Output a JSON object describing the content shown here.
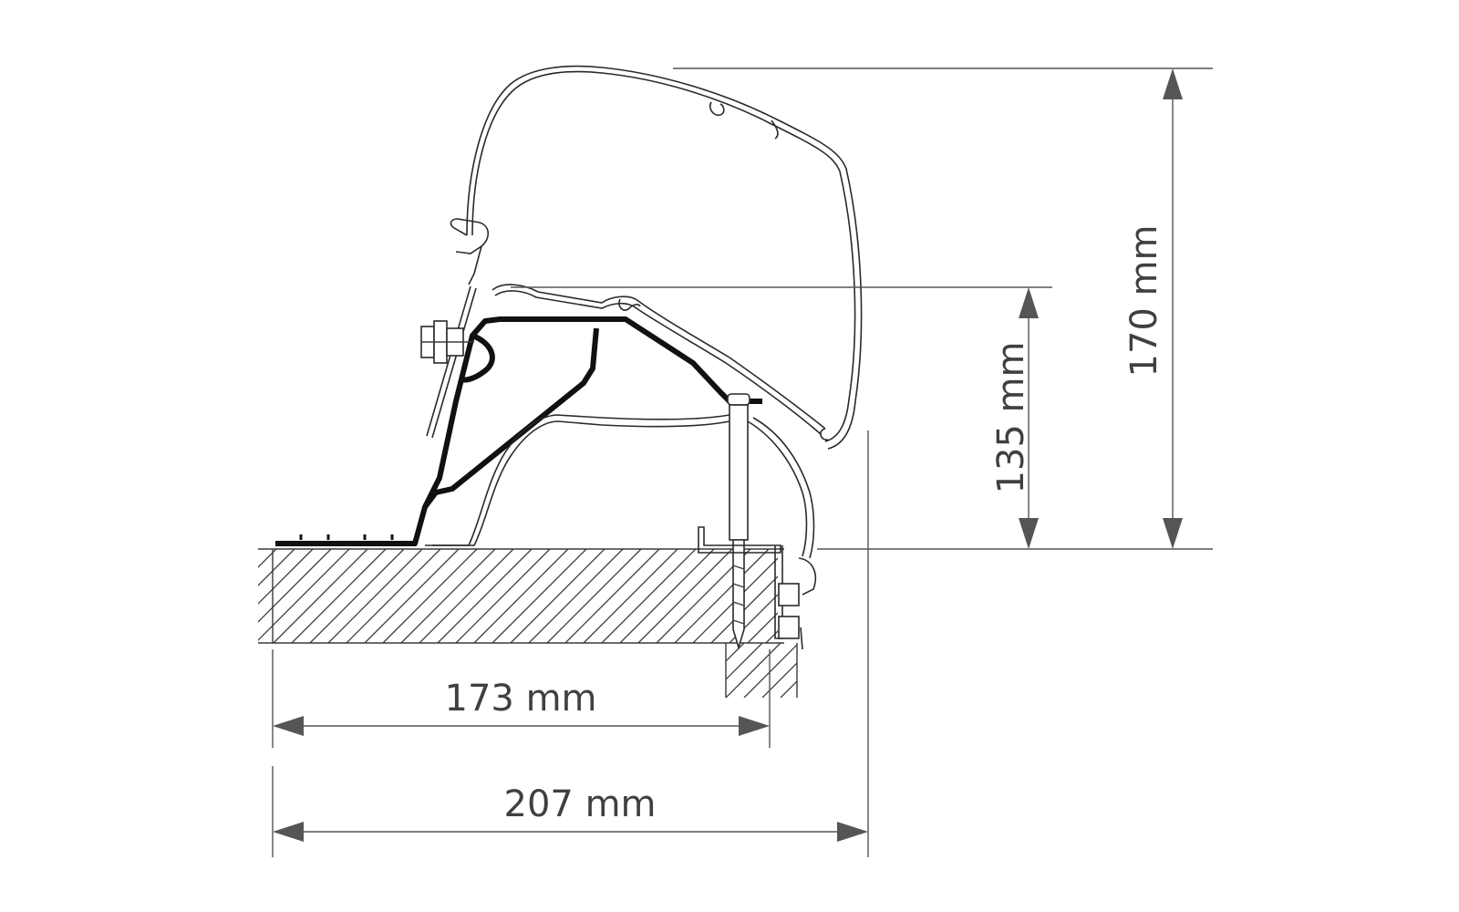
{
  "dimensions": {
    "width_173": "173 mm",
    "width_207": "207 mm",
    "height_135": "135 mm",
    "height_170": "170 mm"
  },
  "colors": {
    "dimension": "#555555",
    "outline": "#2a2a2a",
    "adapter_profile": "#111111"
  }
}
